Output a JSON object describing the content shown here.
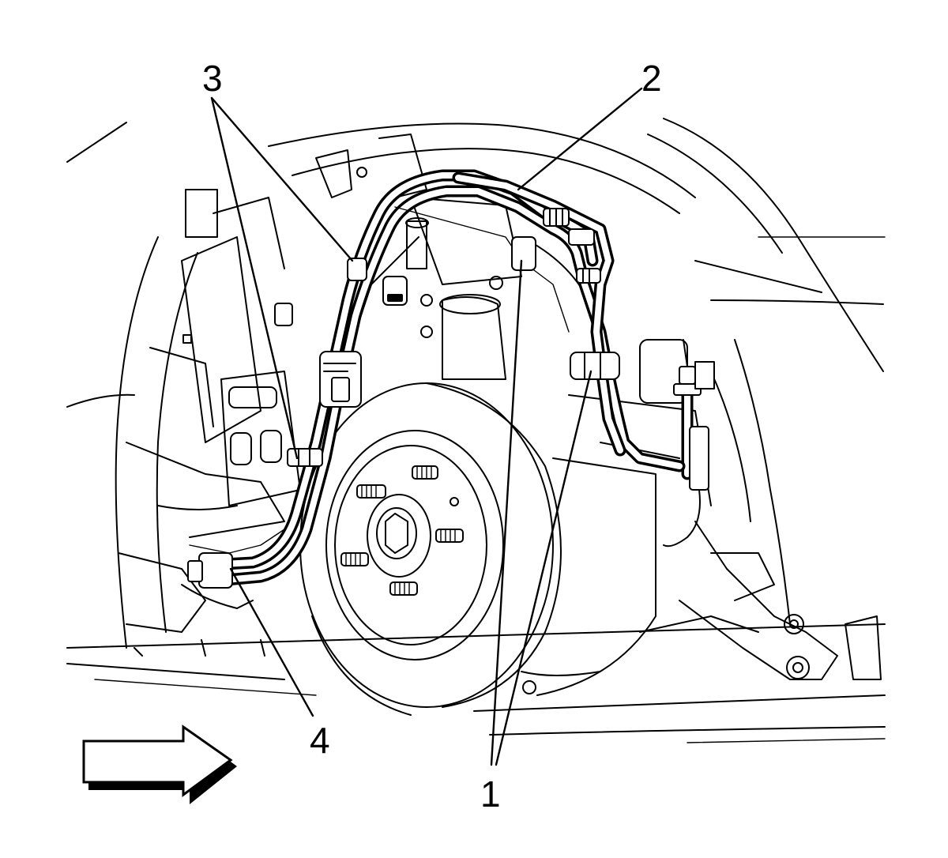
{
  "callouts": {
    "c1": "1",
    "c2": "2",
    "c3": "3",
    "c4": "4"
  },
  "icons": {
    "direction_arrow": "arrow-right-outline-icon"
  },
  "colors": {
    "ink": "#000000",
    "paper": "#ffffff"
  }
}
